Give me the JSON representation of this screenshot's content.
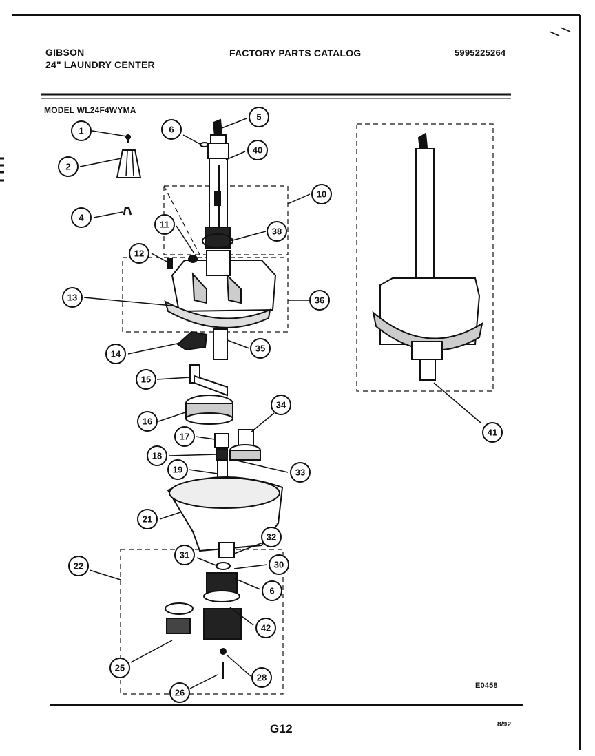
{
  "header": {
    "brand": "GIBSON",
    "subtitle": "24\" LAUNDRY CENTER",
    "catalog": "FACTORY PARTS CATALOG",
    "part_number": "5995225264"
  },
  "model": "MODEL WL24F4WYMA",
  "footer": {
    "diagram_code": "E0458",
    "page": "G12",
    "date": "8/92"
  },
  "callouts": [
    "1",
    "2",
    "4",
    "5",
    "6",
    "40",
    "10",
    "11",
    "38",
    "12",
    "13",
    "36",
    "14",
    "35",
    "15",
    "16",
    "34",
    "17",
    "18",
    "19",
    "33",
    "21",
    "32",
    "31",
    "30",
    "22",
    "6",
    "42",
    "25",
    "28",
    "26",
    "41"
  ]
}
